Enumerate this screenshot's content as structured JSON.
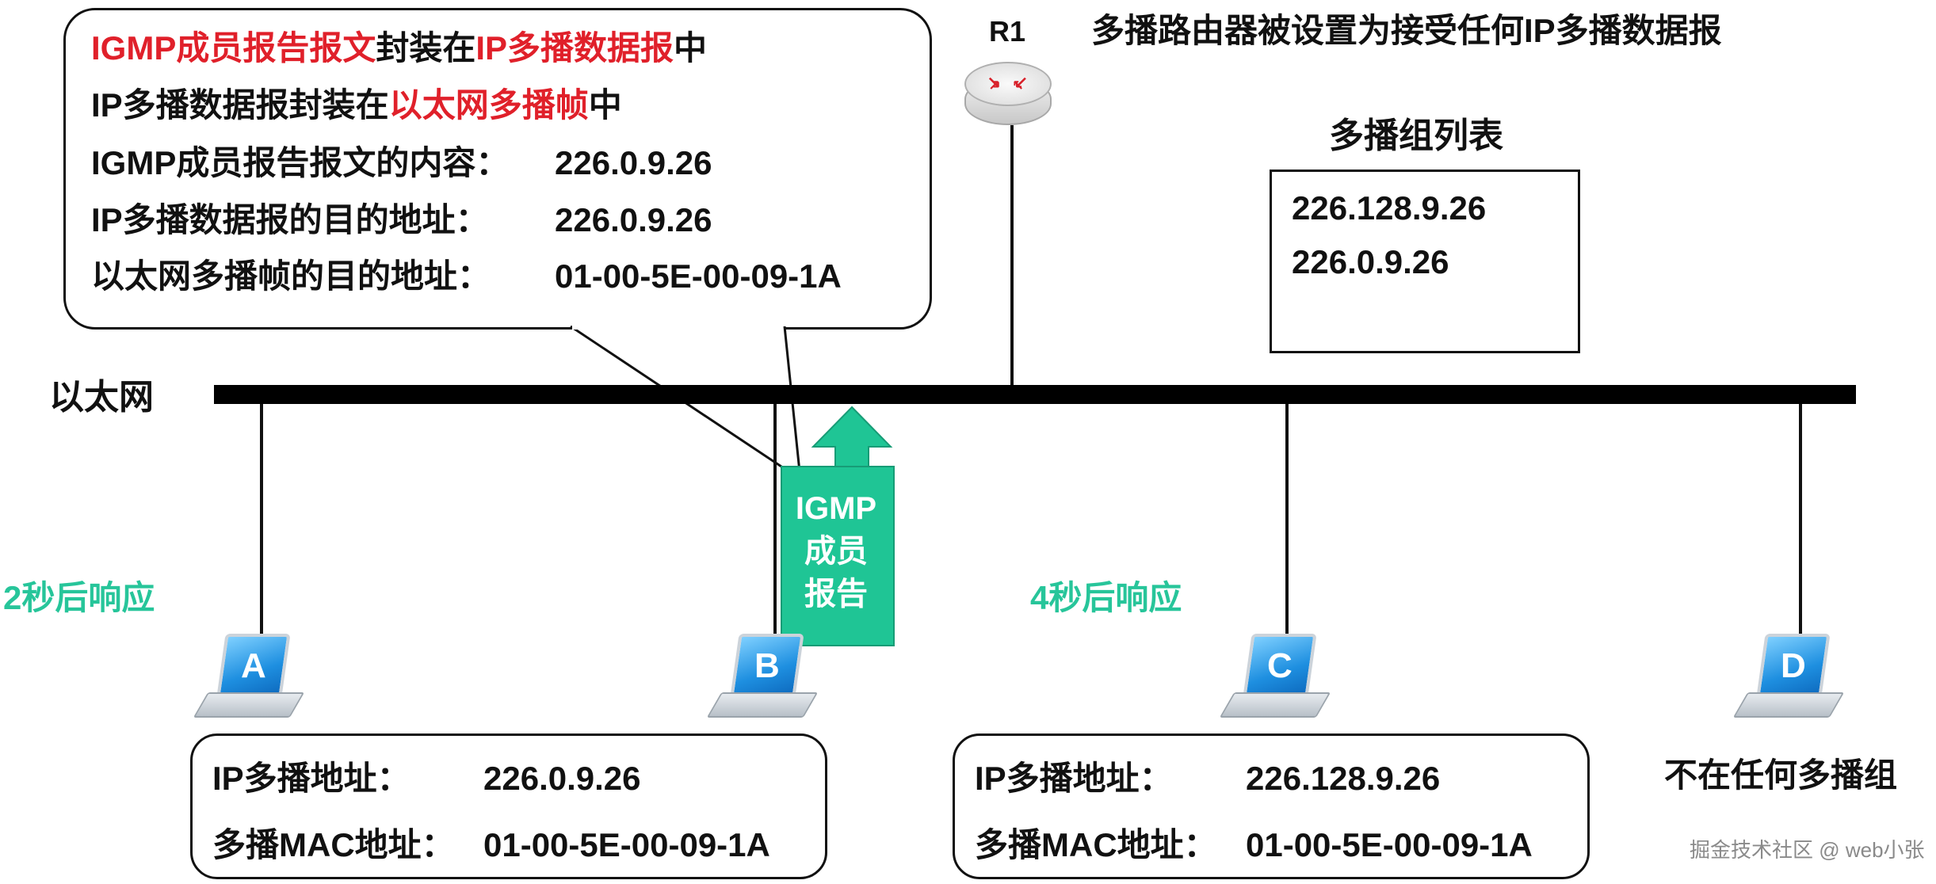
{
  "callout": {
    "line1_part1": "IGMP成员报告报文",
    "line1_part2": "封装在",
    "line1_part3": "IP多播数据报",
    "line1_part4": "中",
    "line2_part1": "IP多播数据报封装在",
    "line2_part2": "以太网多播帧",
    "line2_part3": "中",
    "line3_label": "IGMP成员报告报文的内容：",
    "line3_value": "226.0.9.26",
    "line4_label": "IP多播数据报的目的地址：",
    "line4_value": "226.0.9.26",
    "line5_label": "以太网多播帧的目的地址：",
    "line5_value": "01-00-5E-00-09-1A"
  },
  "router": {
    "name": "R1",
    "note": "多播路由器被设置为接受任何IP多播数据报"
  },
  "group_list": {
    "title": "多播组列表",
    "entries": [
      "226.128.9.26",
      "226.0.9.26"
    ]
  },
  "network": {
    "label": "以太网"
  },
  "packet": {
    "line1": "IGMP",
    "line2": "成员",
    "line3": "报告"
  },
  "hosts": [
    {
      "name": "A"
    },
    {
      "name": "B"
    },
    {
      "name": "C"
    },
    {
      "name": "D"
    }
  ],
  "timers": {
    "left": "2秒后响应",
    "right": "4秒后响应"
  },
  "host_ab_box": {
    "ip_label": "IP多播地址：",
    "ip_value": "226.0.9.26",
    "mac_label": "多播MAC地址：",
    "mac_value": "01-00-5E-00-09-1A"
  },
  "host_c_box": {
    "ip_label": "IP多播地址：",
    "ip_value": "226.128.9.26",
    "mac_label": "多播MAC地址：",
    "mac_value": "01-00-5E-00-09-1A"
  },
  "host_d_note": "不在任何多播组",
  "watermark": "掘金技术社区 @ web小张",
  "colors": {
    "highlight": "#e0202a",
    "accent": "#27c59a",
    "router_mark": "#d8202a"
  }
}
